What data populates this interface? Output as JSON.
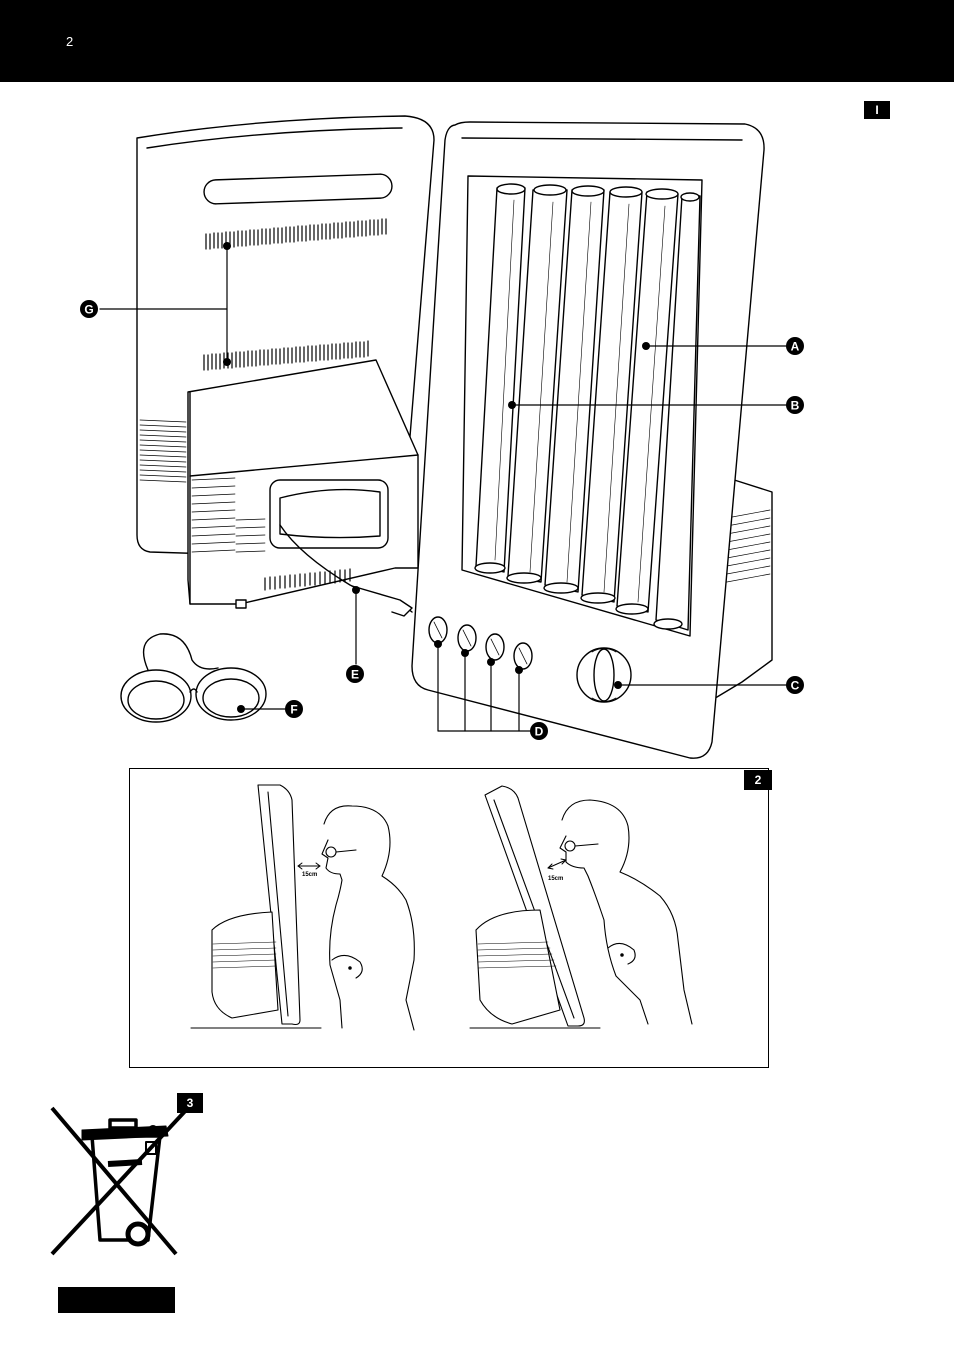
{
  "header": {
    "page_number": "2"
  },
  "figure1": {
    "badge": "I",
    "labels": {
      "a": "A",
      "b": "B",
      "c": "C",
      "d": "D",
      "e": "E",
      "f": "F",
      "g": "G"
    }
  },
  "figure2": {
    "badge": "2",
    "distance_left": "15cm",
    "distance_right": "15cm"
  },
  "figure3": {
    "badge": "3"
  }
}
